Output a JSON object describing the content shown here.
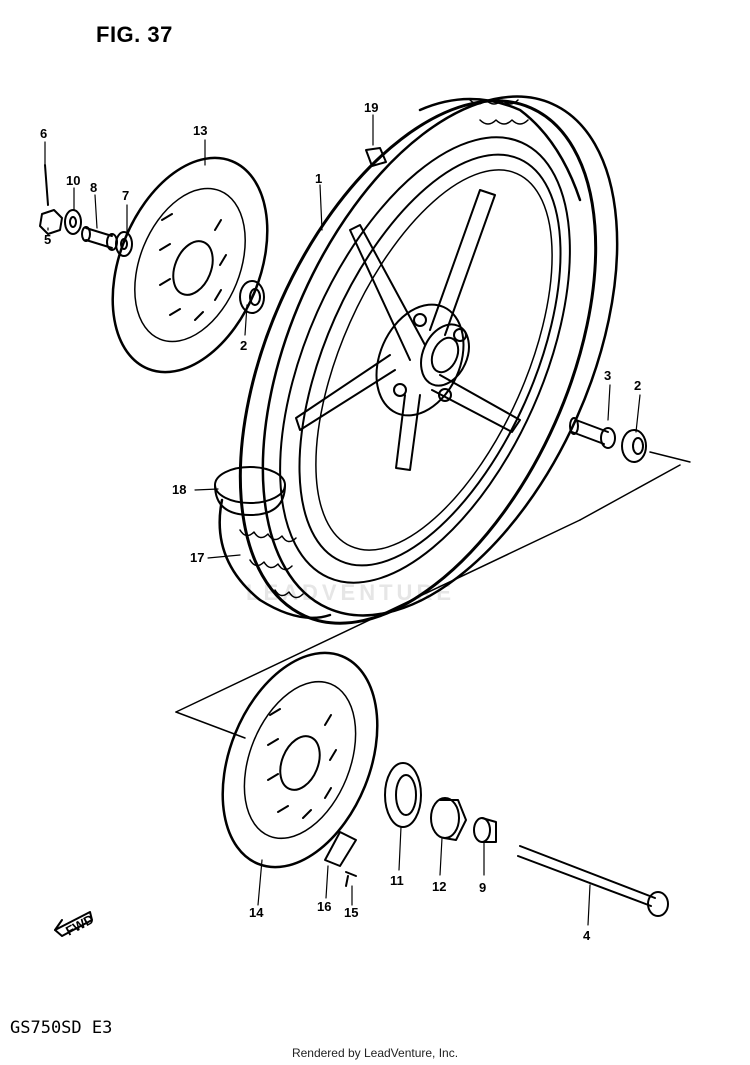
{
  "figure": {
    "title": "FIG. 37",
    "model_code": "GS750SD  E3"
  },
  "watermark": "LEADVENTURE",
  "footer": "Rendered by LeadVenture, Inc.",
  "direction_label": "FWD",
  "callouts": [
    {
      "id": "1",
      "label": "1"
    },
    {
      "id": "2a",
      "label": "2"
    },
    {
      "id": "2b",
      "label": "2"
    },
    {
      "id": "3",
      "label": "3"
    },
    {
      "id": "4",
      "label": "4"
    },
    {
      "id": "5",
      "label": "5"
    },
    {
      "id": "6",
      "label": "6"
    },
    {
      "id": "7",
      "label": "7"
    },
    {
      "id": "8",
      "label": "8"
    },
    {
      "id": "9",
      "label": "9"
    },
    {
      "id": "10",
      "label": "10"
    },
    {
      "id": "11",
      "label": "11"
    },
    {
      "id": "12",
      "label": "12"
    },
    {
      "id": "13",
      "label": "13"
    },
    {
      "id": "14",
      "label": "14"
    },
    {
      "id": "15",
      "label": "15"
    },
    {
      "id": "16",
      "label": "16"
    },
    {
      "id": "17",
      "label": "17"
    },
    {
      "id": "18",
      "label": "18"
    },
    {
      "id": "19",
      "label": "19"
    }
  ]
}
